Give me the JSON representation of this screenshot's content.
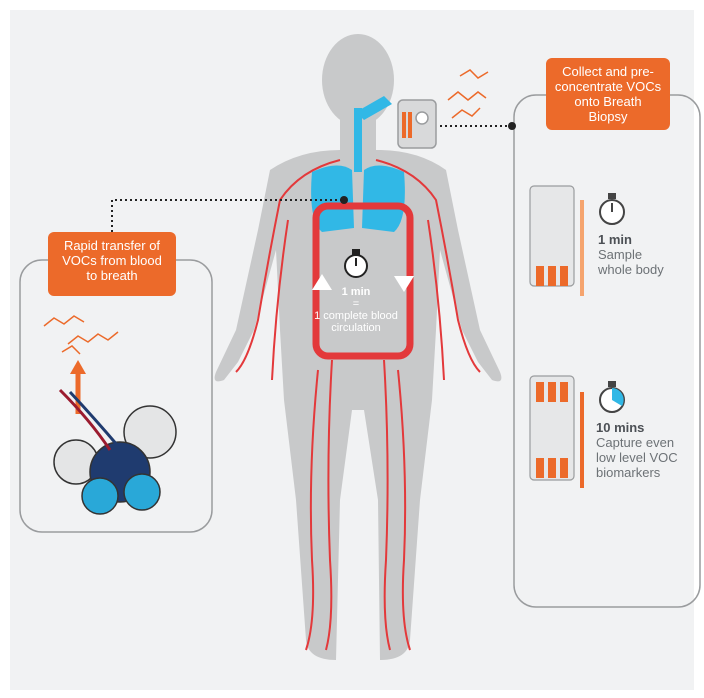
{
  "labels": {
    "collect": "Collect and pre-concentrate VOCs onto Breath Biopsy",
    "transfer": "Rapid transfer of VOCs from blood to breath"
  },
  "circulation": {
    "time": "1 min",
    "equals": "=",
    "text": "1 complete blood circulation"
  },
  "steps": [
    {
      "time": "1 min",
      "desc": "Sample whole body"
    },
    {
      "time": "10 mins",
      "desc": "Capture even low level VOC biomarkers"
    }
  ],
  "colors": {
    "orange": "#ec6a2a",
    "blood_red": "#e3393b",
    "lung_blue": "#31b8e6",
    "body_gray": "#c8c9ca",
    "panel_border": "#9a9c9e",
    "dark": "#333333"
  }
}
